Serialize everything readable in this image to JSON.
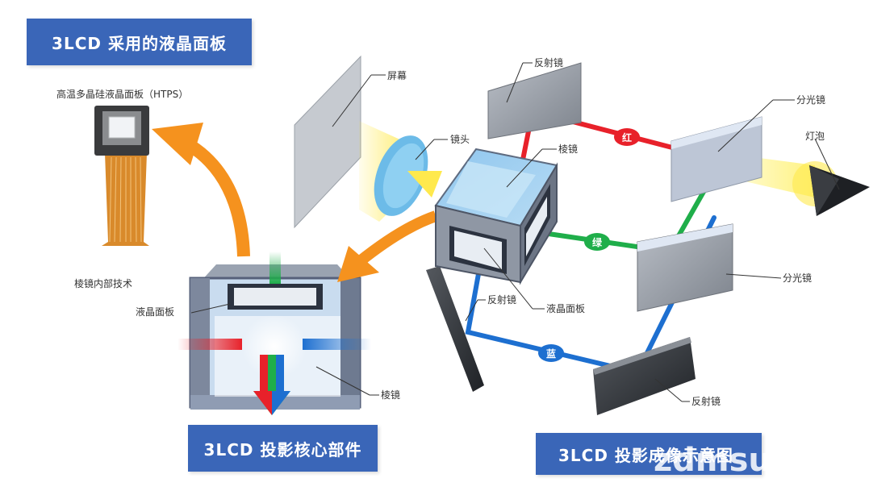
{
  "panels": {
    "lcd_panel_title": "3LCD 采用的液晶面板",
    "core_title": "3LCD 投影核心部件",
    "principle_title": "3LCD 投影成像示意图"
  },
  "labels": {
    "htps": "高温多晶硅液晶面板（HTPS）",
    "prism_inner_tech": "棱镜内部技术",
    "lcd_panel_core": "液晶面板",
    "prism_core": "棱镜",
    "screen": "屏幕",
    "lens": "镜头",
    "prism_main": "棱镜",
    "lcd_panel_main": "液晶面板",
    "mirror_top": "反射镜",
    "mirror_left": "反射镜",
    "mirror_bottom": "反射镜",
    "dichroic_top": "分光镜",
    "dichroic_mid": "分光镜",
    "lamp": "灯泡",
    "red": "红",
    "green": "绿",
    "blue": "蓝"
  },
  "watermark": {
    "text": "zdmsu"
  },
  "colors": {
    "title_bg": "#3a66b8",
    "red_beam": "#e8212a",
    "green_beam": "#1fae4a",
    "blue_beam": "#1d6fd0",
    "arrow_orange": "#f5921e",
    "yellow_light": "#ffe94d"
  }
}
